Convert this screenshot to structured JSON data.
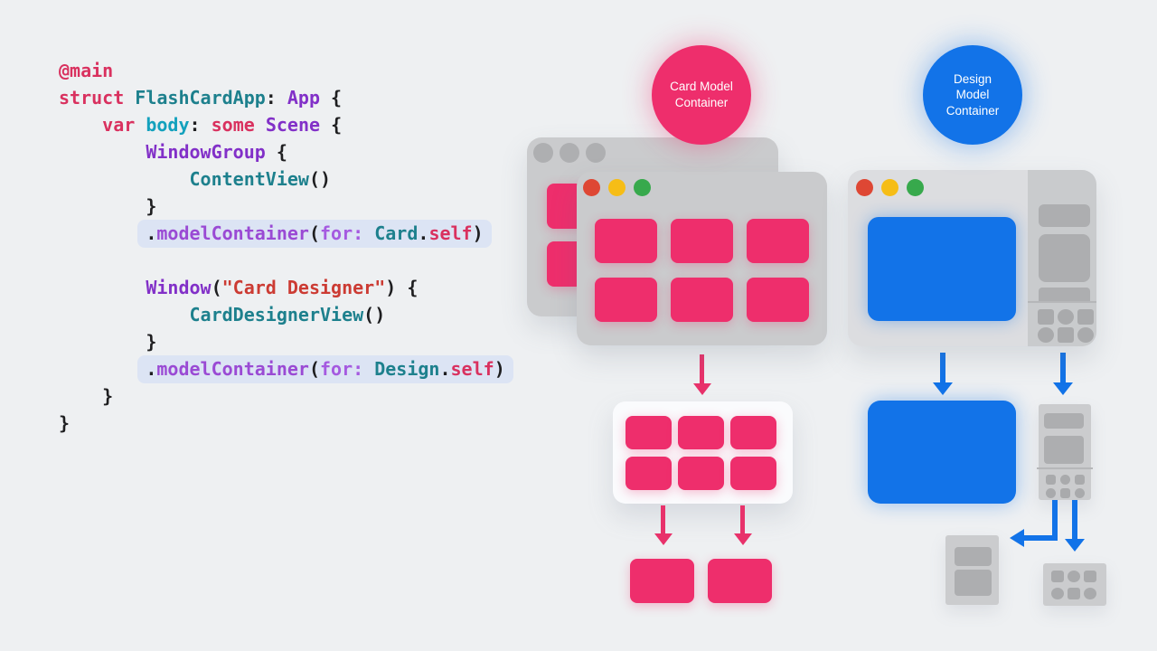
{
  "background_color": "#eef0f2",
  "code": {
    "highlight_color": "#dce4f4",
    "token_colors": {
      "keyword": "#d9315f",
      "type": "#1d808d",
      "property": "#13a1bd",
      "scene_type": "#8230c8",
      "member": "#9a4ad4",
      "param": "#a55ae0",
      "string": "#cc3b33",
      "plain": "#1e1e20"
    },
    "lines": [
      {
        "indent": 0,
        "tokens": [
          {
            "text": "@main",
            "color": "keyword"
          }
        ]
      },
      {
        "indent": 0,
        "tokens": [
          {
            "text": "struct ",
            "color": "keyword"
          },
          {
            "text": "FlashCardApp",
            "color": "type"
          },
          {
            "text": ": ",
            "color": "plain"
          },
          {
            "text": "App",
            "color": "scene_type"
          },
          {
            "text": " {",
            "color": "plain"
          }
        ]
      },
      {
        "indent": 4,
        "tokens": [
          {
            "text": "var ",
            "color": "keyword"
          },
          {
            "text": "body",
            "color": "property"
          },
          {
            "text": ": ",
            "color": "plain"
          },
          {
            "text": "some ",
            "color": "keyword"
          },
          {
            "text": "Scene",
            "color": "scene_type"
          },
          {
            "text": " {",
            "color": "plain"
          }
        ]
      },
      {
        "indent": 8,
        "tokens": [
          {
            "text": "WindowGroup",
            "color": "scene_type"
          },
          {
            "text": " {",
            "color": "plain"
          }
        ]
      },
      {
        "indent": 12,
        "tokens": [
          {
            "text": "ContentView",
            "color": "type"
          },
          {
            "text": "()",
            "color": "plain"
          }
        ]
      },
      {
        "indent": 8,
        "tokens": [
          {
            "text": "}",
            "color": "plain"
          }
        ]
      },
      {
        "indent": 8,
        "highlight": true,
        "tokens": [
          {
            "text": ".",
            "color": "plain"
          },
          {
            "text": "modelContainer",
            "color": "member"
          },
          {
            "text": "(",
            "color": "plain"
          },
          {
            "text": "for:",
            "color": "param"
          },
          {
            "text": " ",
            "color": "plain"
          },
          {
            "text": "Card",
            "color": "type"
          },
          {
            "text": ".",
            "color": "plain"
          },
          {
            "text": "self",
            "color": "keyword"
          },
          {
            "text": ")",
            "color": "plain"
          }
        ]
      },
      {
        "indent": 0,
        "tokens": []
      },
      {
        "indent": 8,
        "tokens": [
          {
            "text": "Window",
            "color": "scene_type"
          },
          {
            "text": "(",
            "color": "plain"
          },
          {
            "text": "\"Card Designer\"",
            "color": "string"
          },
          {
            "text": ") {",
            "color": "plain"
          }
        ]
      },
      {
        "indent": 12,
        "tokens": [
          {
            "text": "CardDesignerView",
            "color": "type"
          },
          {
            "text": "()",
            "color": "plain"
          }
        ]
      },
      {
        "indent": 8,
        "tokens": [
          {
            "text": "}",
            "color": "plain"
          }
        ]
      },
      {
        "indent": 8,
        "highlight": true,
        "tokens": [
          {
            "text": ".",
            "color": "plain"
          },
          {
            "text": "modelContainer",
            "color": "member"
          },
          {
            "text": "(",
            "color": "plain"
          },
          {
            "text": "for:",
            "color": "param"
          },
          {
            "text": " ",
            "color": "plain"
          },
          {
            "text": "Design",
            "color": "type"
          },
          {
            "text": ".",
            "color": "plain"
          },
          {
            "text": "self",
            "color": "keyword"
          },
          {
            "text": ")",
            "color": "plain"
          }
        ]
      },
      {
        "indent": 4,
        "tokens": [
          {
            "text": "}",
            "color": "plain"
          }
        ]
      },
      {
        "indent": 0,
        "tokens": [
          {
            "text": "}",
            "color": "plain"
          }
        ]
      }
    ]
  },
  "card_flow": {
    "label": "Card Model Container",
    "accent_color": "#ee2e6c",
    "traffic_light_colors": [
      "#de4734",
      "#f6bd16",
      "#37a94c"
    ],
    "back_window_cards": 2,
    "front_window_cards": 6,
    "container_cards": 6,
    "detail_cards": 2
  },
  "design_flow": {
    "label": "Design Model Container",
    "accent_color": "#1273e8",
    "traffic_light_colors": [
      "#de4734",
      "#f6bd16",
      "#37a94c"
    ],
    "sidebar_tool_shapes": [
      "square",
      "circle",
      "square",
      "circle",
      "square",
      "circle"
    ],
    "standalone_tool_shapes": [
      "square",
      "circle",
      "square",
      "circle",
      "square",
      "circle"
    ],
    "tools_panel_shapes": [
      "square",
      "circle",
      "square",
      "circle",
      "square",
      "circle"
    ]
  }
}
